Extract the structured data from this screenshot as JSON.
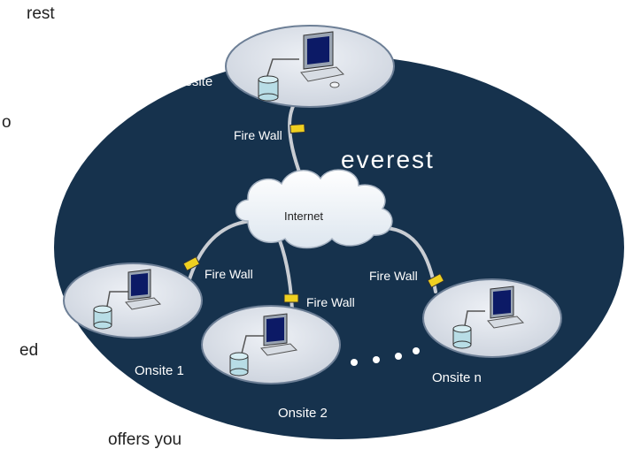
{
  "diagram": {
    "title": "everest",
    "cloud_label": "Internet",
    "sites": {
      "foresite": "Foresite",
      "onsite1": "Onsite 1",
      "onsite2": "Onsite 2",
      "onsiteN": "Onsite n"
    },
    "firewall_label": "Fire Wall",
    "colors": {
      "background_ellipse": "#16324d",
      "disc_fill": "#dfe4ec",
      "link": "#c9cdd3",
      "firewall": "#f0d020",
      "cylinder": "#b8dde6",
      "monitor_screen": "#0c1a66",
      "dots": "#ffffff"
    }
  },
  "cropped_text": {
    "frag1": "rest",
    "frag2": "o",
    "frag3": "ed",
    "frag4": "offers you"
  }
}
